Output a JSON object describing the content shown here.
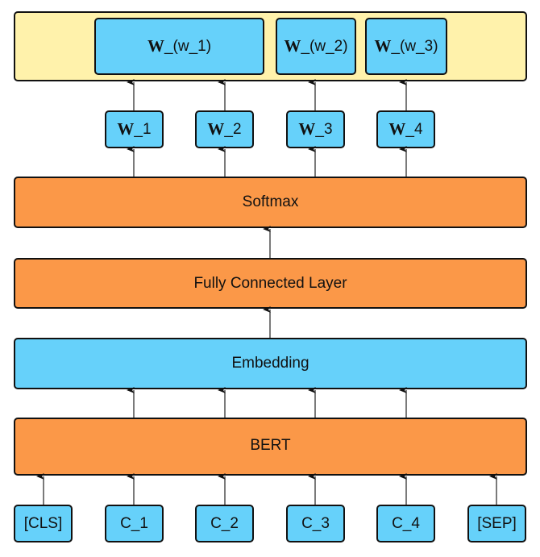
{
  "diagram": {
    "output_group": {
      "items": [
        {
          "bold": "W",
          "rest": "_(w_1)"
        },
        {
          "bold": "W",
          "rest": "_(w_2)"
        },
        {
          "bold": "W",
          "rest": "_(w_3)"
        }
      ]
    },
    "word_nodes": [
      {
        "bold": "W",
        "rest": "_1"
      },
      {
        "bold": "W",
        "rest": "_2"
      },
      {
        "bold": "W",
        "rest": "_3"
      },
      {
        "bold": "W",
        "rest": "_4"
      }
    ],
    "layers": {
      "softmax": "Softmax",
      "fully_connected": "Fully Connected Layer",
      "embedding": "Embedding",
      "bert": "BERT"
    },
    "tokens": [
      "[CLS]",
      "C_1",
      "C_2",
      "C_3",
      "C_4",
      "[SEP]"
    ],
    "colors": {
      "output_group_fill": "#fff2ab",
      "node_blue": "#66d1fa",
      "layer_orange": "#fb9848",
      "stroke": "#111111"
    }
  }
}
